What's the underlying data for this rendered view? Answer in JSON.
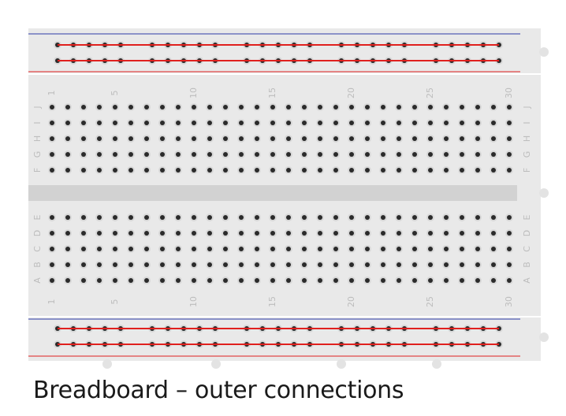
{
  "caption": "Breadboard – outer connections",
  "breadboard": {
    "columns": 30,
    "top_rows": [
      "J",
      "I",
      "H",
      "G",
      "F"
    ],
    "bottom_rows": [
      "E",
      "D",
      "C",
      "B",
      "A"
    ],
    "column_number_labels": [
      "1",
      "5",
      "10",
      "15",
      "20",
      "25",
      "30"
    ],
    "rail_groups_columns": [
      [
        1,
        5
      ],
      [
        7,
        11
      ],
      [
        13,
        17
      ],
      [
        19,
        23
      ],
      [
        25,
        29
      ]
    ],
    "colors": {
      "board": "#e9e9e9",
      "channel": "#d2d2d2",
      "hole": "#2b2b2b",
      "hole_ring": "#d8d8d8",
      "connection": "#e0201e",
      "rail_blue": "#2d3aa8",
      "rail_red": "#e0201e",
      "label": "#bdbdbd"
    }
  }
}
